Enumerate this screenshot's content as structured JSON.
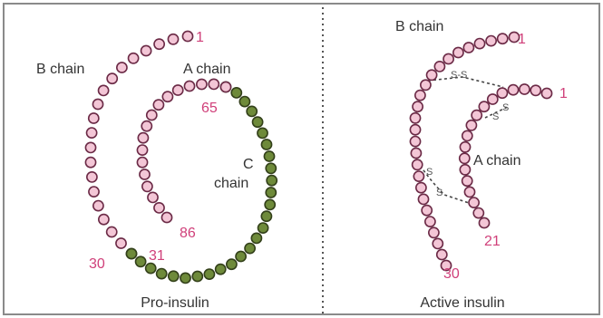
{
  "colors": {
    "border": "#8a8a8a",
    "divider": "#555555",
    "bead_pink_fill": "#f3c6d6",
    "bead_pink_stroke": "#6b2a46",
    "bead_green_fill": "#6e8a3a",
    "bead_green_stroke": "#33401a",
    "number": "#d0407a",
    "label": "#333333",
    "bond": "#444444"
  },
  "left": {
    "b_chain_label": "B chain",
    "a_chain_label": "A chain",
    "c_chain_label_1": "C",
    "c_chain_label_2": "chain",
    "num_1": "1",
    "num_30": "30",
    "num_31": "31",
    "num_65": "65",
    "num_86": "86",
    "caption": "Pro-insulin"
  },
  "right": {
    "b_chain_label": "B chain",
    "a_chain_label": "A chain",
    "num_b1": "1",
    "num_a1": "1",
    "num_21": "21",
    "num_30": "30",
    "ss_1": "S-S",
    "ss_2": "S",
    "ss_3": "S",
    "ss_4": "S",
    "ss_5": "S",
    "caption": "Active insulin"
  }
}
